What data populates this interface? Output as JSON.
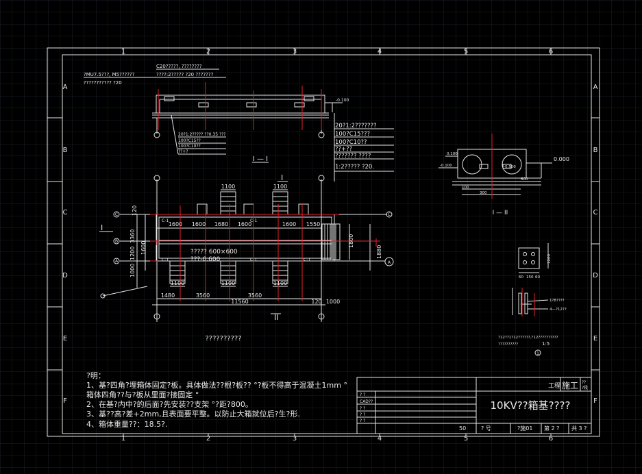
{
  "colors": {
    "background": "#000000",
    "grid": "#1c1f2a",
    "line": "#e8e8e8",
    "red": "#e8202a"
  },
  "border": {
    "cols": [
      "1",
      "2",
      "3",
      "4",
      "5",
      "6"
    ],
    "rows": [
      "A",
      "B",
      "C",
      "D",
      "E",
      "F"
    ]
  },
  "section_1": {
    "title": "I — I",
    "notes": [
      "C20?????, ????????",
      "?MU7.5???, M5??????",
      "????:2????? ?20  ???????",
      "??????????? ?20"
    ],
    "level": "-0.100",
    "right_notes": [
      "20?1:2???????",
      "100?C15???",
      "100?C10??",
      "??+??",
      "??????? ????",
      "1:2????? ?20."
    ],
    "left_notes": [
      "20?1:2????? ??0.35 ???",
      "100?C15??",
      "100?C10??",
      "??+?"
    ]
  },
  "plan": {
    "title": "??????????",
    "dims_top": [
      "1100",
      "1100",
      "1100"
    ],
    "dims_mid": [
      "1600",
      "1600",
      "1680",
      "1600",
      "1600",
      "1550"
    ],
    "dims_bot": [
      "1100",
      "1100",
      "1100"
    ],
    "dims_base": [
      "1480",
      "3560",
      "3560",
      "1000",
      "120"
    ],
    "total": "11560",
    "pit_label": "????? 600×600",
    "pit_level": "???-0.600",
    "c1": "C-1",
    "left_dims": [
      "120",
      "1600",
      "1000",
      "1200",
      "3360"
    ],
    "right_dims": [
      "1800",
      "1880"
    ],
    "axes": [
      "C",
      "B",
      "A"
    ],
    "section_marks": [
      "I",
      "I",
      "II",
      "II"
    ]
  },
  "section_2": {
    "title": "I — II",
    "level": "0.000",
    "labels": [
      "0.100",
      "-0.100",
      "-0.500",
      "100",
      "300",
      "600"
    ]
  },
  "detail": {
    "dims": [
      "60",
      "150",
      "60",
      "150",
      "1200"
    ],
    "rebar": "1?8????",
    "rebar2": "4—?12??",
    "note": "?12??1?12??????,?12??????????",
    "note2": "??????????",
    "scale": "1:5",
    "mark": "1"
  },
  "notes": {
    "head": "?明：",
    "lines": [
      "1、基?四角?埋箱体固定?板。具体做法??根?板?? °?板不得高于混凝土1mm °",
      "箱体四角??与?板从里面?接固定 °",
      "2、在基?内中?的后面?先安装??支架 °?距?800。",
      "3、基??高?差+2mm,且表面要平整。以防止大箱就位后?生?形.",
      "4、箱体重量??：18.5?."
    ]
  },
  "title_block": {
    "company": "工程",
    "stage": "施工",
    "stage2": "??",
    "stage3": "?段",
    "drawing_title": "10KV??箱基????",
    "rows": [
      [
        "?  ?",
        ""
      ],
      [
        "CAD??",
        ""
      ],
      [
        "?  ?",
        ""
      ],
      [
        "?  ?",
        ""
      ],
      [
        "?  ?",
        "",
        ""
      ]
    ],
    "scale_value": "50",
    "drawing_no_label": "?  号",
    "drawing_no": "?施01",
    "sheet": "第 2 ?",
    "total": "共 3 ?"
  }
}
